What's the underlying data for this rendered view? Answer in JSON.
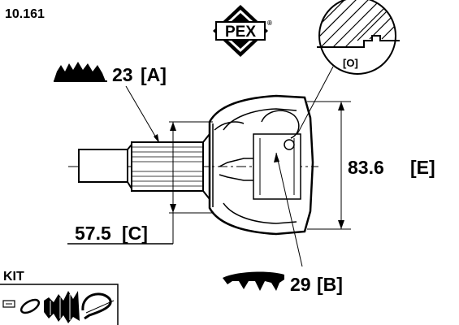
{
  "part_number": "10.161",
  "brand_logo": {
    "text": "PEX",
    "registered_mark": "®",
    "icon": "pex-diamond-logo"
  },
  "dimensions": [
    {
      "id": "A",
      "value": "23",
      "letter": "[A]",
      "icon": "outer-spline-teeth-icon"
    },
    {
      "id": "B",
      "value": "29",
      "letter": "[B]",
      "icon": "inner-spline-teeth-icon"
    },
    {
      "id": "C",
      "value": "57.5",
      "letter": "[C]"
    },
    {
      "id": "E",
      "value": "83.6",
      "letter": "[E]"
    }
  ],
  "detail_view": {
    "label": "[O]"
  },
  "kit": {
    "label": "KIT",
    "icons": [
      "clamp-icon",
      "ring-icon",
      "boot-icon",
      "band-clip-icon"
    ]
  }
}
